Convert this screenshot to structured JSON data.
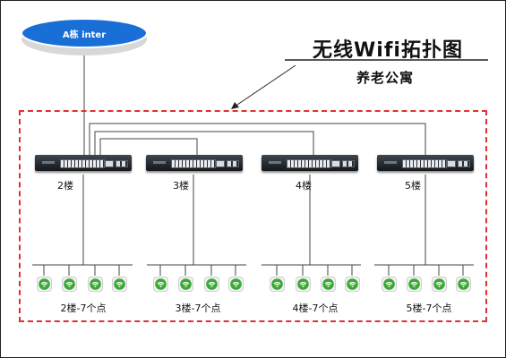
{
  "cloud": {
    "label": "A栋 inter"
  },
  "title": "无线Wifi拓扑图",
  "subtitle": "养老公寓",
  "switches": [
    {
      "label": "2楼",
      "group_label": "2楼-7个点"
    },
    {
      "label": "3楼",
      "group_label": "3楼-7个点"
    },
    {
      "label": "4楼",
      "group_label": "4楼-7个点"
    },
    {
      "label": "5楼",
      "group_label": "5楼-7个点"
    }
  ],
  "aps_per_switch": 4,
  "colors": {
    "cloud_fill": "#1a6fd6",
    "dashed_border": "#e03030",
    "ap_icon": "#3aa935",
    "switch_body": "#2a3037"
  },
  "icons": {
    "ap": "wifi-icon",
    "switch": "network-switch-icon",
    "internet": "cloud-internet-icon"
  }
}
